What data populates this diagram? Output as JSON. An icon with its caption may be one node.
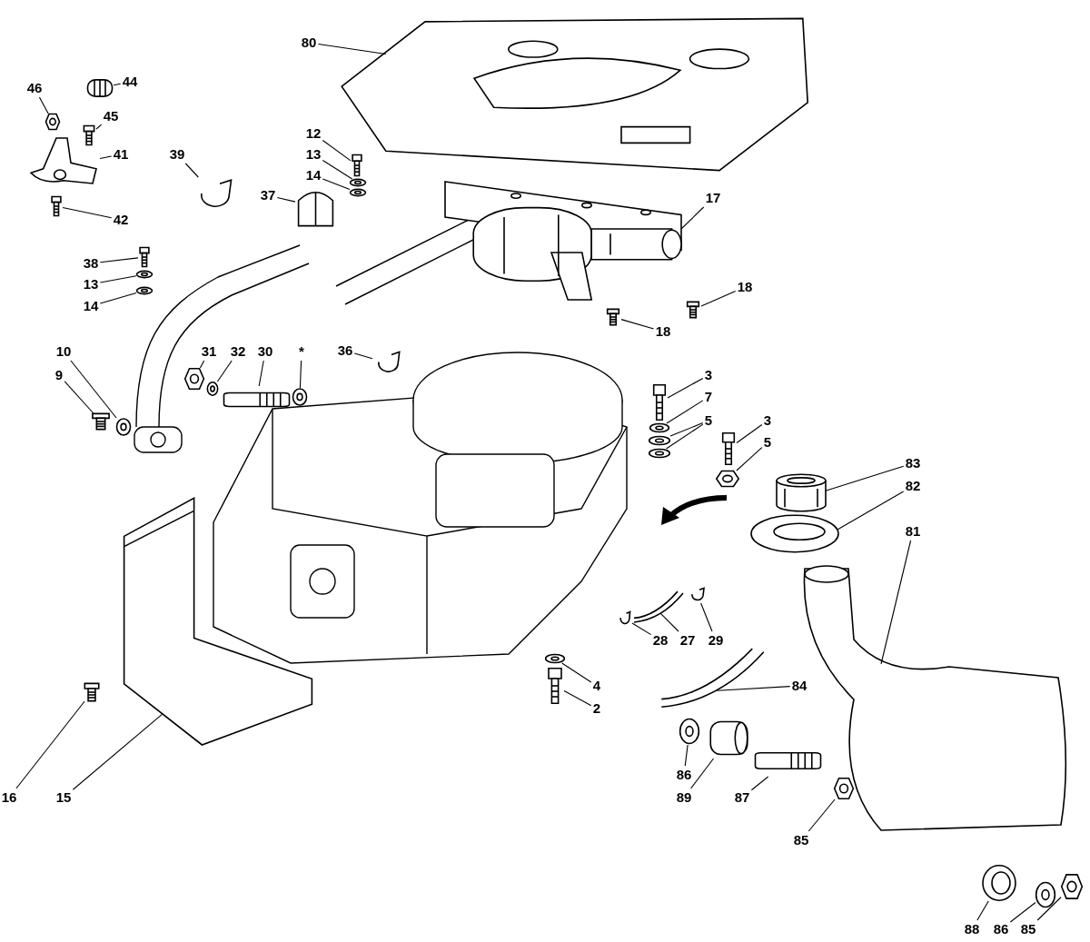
{
  "diagram": {
    "nodes": [
      {
        "text": [
          "80"
        ]
      },
      {
        "text": [
          "46"
        ]
      },
      {
        "text": [
          "44"
        ]
      },
      {
        "text": [
          "45"
        ]
      },
      {
        "text": [
          "41"
        ]
      },
      {
        "text": [
          "42"
        ]
      },
      {
        "text": [
          "39"
        ]
      },
      {
        "text": [
          "12"
        ]
      },
      {
        "text": [
          "13"
        ]
      },
      {
        "text": [
          "14"
        ]
      },
      {
        "text": [
          "37"
        ]
      },
      {
        "text": [
          "17"
        ]
      },
      {
        "text": [
          "38"
        ]
      },
      {
        "text": [
          "13"
        ]
      },
      {
        "text": [
          "14"
        ]
      },
      {
        "text": [
          "18"
        ]
      },
      {
        "text": [
          "18"
        ]
      },
      {
        "text": [
          "36"
        ]
      },
      {
        "text": [
          "31"
        ]
      },
      {
        "text": [
          "32"
        ]
      },
      {
        "text": [
          "30"
        ]
      },
      {
        "text": [
          "*"
        ]
      },
      {
        "text": [
          "10"
        ]
      },
      {
        "text": [
          "9"
        ]
      },
      {
        "text": [
          "3"
        ]
      },
      {
        "text": [
          "7"
        ]
      },
      {
        "text": [
          "5"
        ]
      },
      {
        "text": [
          "3"
        ]
      },
      {
        "text": [
          "5"
        ]
      },
      {
        "text": [
          "83"
        ]
      },
      {
        "text": [
          "82"
        ]
      },
      {
        "text": [
          "81"
        ]
      },
      {
        "text": [
          "84"
        ]
      },
      {
        "text": [
          "27"
        ]
      },
      {
        "text": [
          "28"
        ]
      },
      {
        "text": [
          "29"
        ]
      },
      {
        "text": [
          "4"
        ]
      },
      {
        "text": [
          "2"
        ]
      },
      {
        "text": [
          "86"
        ]
      },
      {
        "text": [
          "89"
        ]
      },
      {
        "text": [
          "87"
        ]
      },
      {
        "text": [
          "85"
        ]
      },
      {
        "text": [
          "16"
        ]
      },
      {
        "text": [
          "15"
        ]
      },
      {
        "text": [
          "88"
        ]
      },
      {
        "text": [
          "86"
        ]
      },
      {
        "text": [
          "85"
        ]
      },
      {
        "text": [],
        "shape": "picture"
      },
      {
        "text": [],
        "shape": "picture"
      },
      {
        "text": [],
        "shape": "picture"
      },
      {
        "text": [],
        "shape": "picture"
      },
      {
        "text": [],
        "shape": "picture"
      },
      {
        "text": [],
        "shape": "picture"
      },
      {
        "text": [],
        "shape": "picture"
      },
      {
        "text": [],
        "shape": "picture"
      },
      {
        "text": [],
        "shape": "picture"
      },
      {
        "text": [],
        "shape": "picture"
      },
      {
        "text": [],
        "shape": "picture"
      },
      {
        "text": [],
        "shape": "picture"
      },
      {
        "text": [],
        "shape": "picture"
      },
      {
        "text": [],
        "shape": "picture"
      },
      {
        "text": [],
        "shape": "picture"
      },
      {
        "text": [],
        "shape": "picture"
      },
      {
        "text": [],
        "shape": "picture"
      },
      {
        "text": [],
        "shape": "picture"
      },
      {
        "text": [],
        "shape": "picture"
      },
      {
        "text": [],
        "shape": "picture"
      },
      {
        "text": [],
        "shape": "picture"
      },
      {
        "text": [],
        "shape": "picture"
      },
      {
        "text": [],
        "shape": "picture"
      },
      {
        "text": [],
        "shape": "picture"
      },
      {
        "text": [],
        "shape": "picture"
      },
      {
        "text": [],
        "shape": "picture"
      },
      {
        "text": [],
        "shape": "picture"
      },
      {
        "text": [],
        "shape": "picture"
      },
      {
        "text": [],
        "shape": "picture"
      },
      {
        "text": [],
        "shape": "picture"
      },
      {
        "text": [],
        "shape": "picture"
      },
      {
        "text": [],
        "shape": "picture"
      },
      {
        "text": [],
        "shape": "picture"
      },
      {
        "text": [],
        "shape": "picture"
      },
      {
        "text": [],
        "shape": "picture"
      },
      {
        "text": [],
        "shape": "picture"
      },
      {
        "text": [],
        "shape": "picture"
      },
      {
        "text": [],
        "shape": "picture"
      },
      {
        "text": [],
        "shape": "picture"
      },
      {
        "text": [],
        "shape": "picture"
      },
      {
        "text": [],
        "shape": "picture"
      },
      {
        "text": [],
        "shape": "picture"
      },
      {
        "text": [],
        "shape": "picture"
      },
      {
        "text": [],
        "shape": "picture"
      },
      {
        "text": [],
        "shape": "picture"
      },
      {
        "text": [],
        "shape": "picture"
      },
      {
        "text": [],
        "shape": "picture"
      },
      {
        "text": [],
        "shape": "picture"
      }
    ],
    "edges": [
      {
        "from": 0,
        "to": 47,
        "arrow": "none"
      },
      {
        "from": 1,
        "to": 48,
        "arrow": "none"
      },
      {
        "from": 2,
        "to": 49,
        "arrow": "none"
      },
      {
        "from": 3,
        "to": 50,
        "arrow": "none"
      },
      {
        "from": 4,
        "to": 51,
        "arrow": "none"
      },
      {
        "from": 5,
        "to": 52,
        "arrow": "none"
      },
      {
        "from": 6,
        "to": 53,
        "arrow": "none"
      },
      {
        "from": 7,
        "to": 54,
        "arrow": "none"
      },
      {
        "from": 8,
        "to": 55,
        "arrow": "none"
      },
      {
        "from": 9,
        "to": 56,
        "arrow": "none"
      },
      {
        "from": 10,
        "to": 57,
        "arrow": "none"
      },
      {
        "from": 11,
        "to": 58,
        "arrow": "none"
      },
      {
        "from": 12,
        "to": 59,
        "arrow": "none"
      },
      {
        "from": 13,
        "to": 60,
        "arrow": "none"
      },
      {
        "from": 14,
        "to": 61,
        "arrow": "none"
      },
      {
        "from": 15,
        "to": 62,
        "arrow": "none"
      },
      {
        "from": 16,
        "to": 63,
        "arrow": "none"
      },
      {
        "from": 17,
        "to": 64,
        "arrow": "none"
      },
      {
        "from": 18,
        "to": 65,
        "arrow": "none"
      },
      {
        "from": 19,
        "to": 66,
        "arrow": "none"
      },
      {
        "from": 20,
        "to": 67,
        "arrow": "none"
      },
      {
        "from": 21,
        "to": 68,
        "arrow": "none"
      },
      {
        "from": 22,
        "to": 69,
        "arrow": "none"
      },
      {
        "from": 23,
        "to": 70,
        "arrow": "none"
      },
      {
        "from": 24,
        "to": 71,
        "arrow": "none"
      },
      {
        "from": 25,
        "to": 72,
        "arrow": "none"
      },
      {
        "from": 26,
        "to": 73,
        "arrow": "none"
      },
      {
        "from": 27,
        "to": 74,
        "arrow": "none"
      },
      {
        "from": 28,
        "to": 75,
        "arrow": "none"
      },
      {
        "from": 29,
        "to": 76,
        "arrow": "none"
      },
      {
        "from": 30,
        "to": 77,
        "arrow": "none"
      },
      {
        "from": 31,
        "to": 78,
        "arrow": "none"
      },
      {
        "from": 32,
        "to": 79,
        "arrow": "none"
      },
      {
        "from": 33,
        "to": 80,
        "arrow": "none"
      },
      {
        "from": 34,
        "to": 81,
        "arrow": "none"
      },
      {
        "from": 35,
        "to": 82,
        "arrow": "none"
      },
      {
        "from": 36,
        "to": 83,
        "arrow": "none"
      },
      {
        "from": 37,
        "to": 84,
        "arrow": "none"
      },
      {
        "from": 38,
        "to": 85,
        "arrow": "none"
      },
      {
        "from": 39,
        "to": 86,
        "arrow": "none"
      },
      {
        "from": 40,
        "to": 87,
        "arrow": "none"
      },
      {
        "from": 41,
        "to": 88,
        "arrow": "none"
      },
      {
        "from": 42,
        "to": 89,
        "arrow": "none"
      },
      {
        "from": 43,
        "to": 90,
        "arrow": "none"
      },
      {
        "from": 44,
        "to": 91,
        "arrow": "none"
      },
      {
        "from": 45,
        "to": 92,
        "arrow": "none"
      },
      {
        "from": 46,
        "to": 93,
        "arrow": "none"
      },
      {
        "from": 26,
        "to": 94,
        "arrow": "none"
      }
    ]
  }
}
